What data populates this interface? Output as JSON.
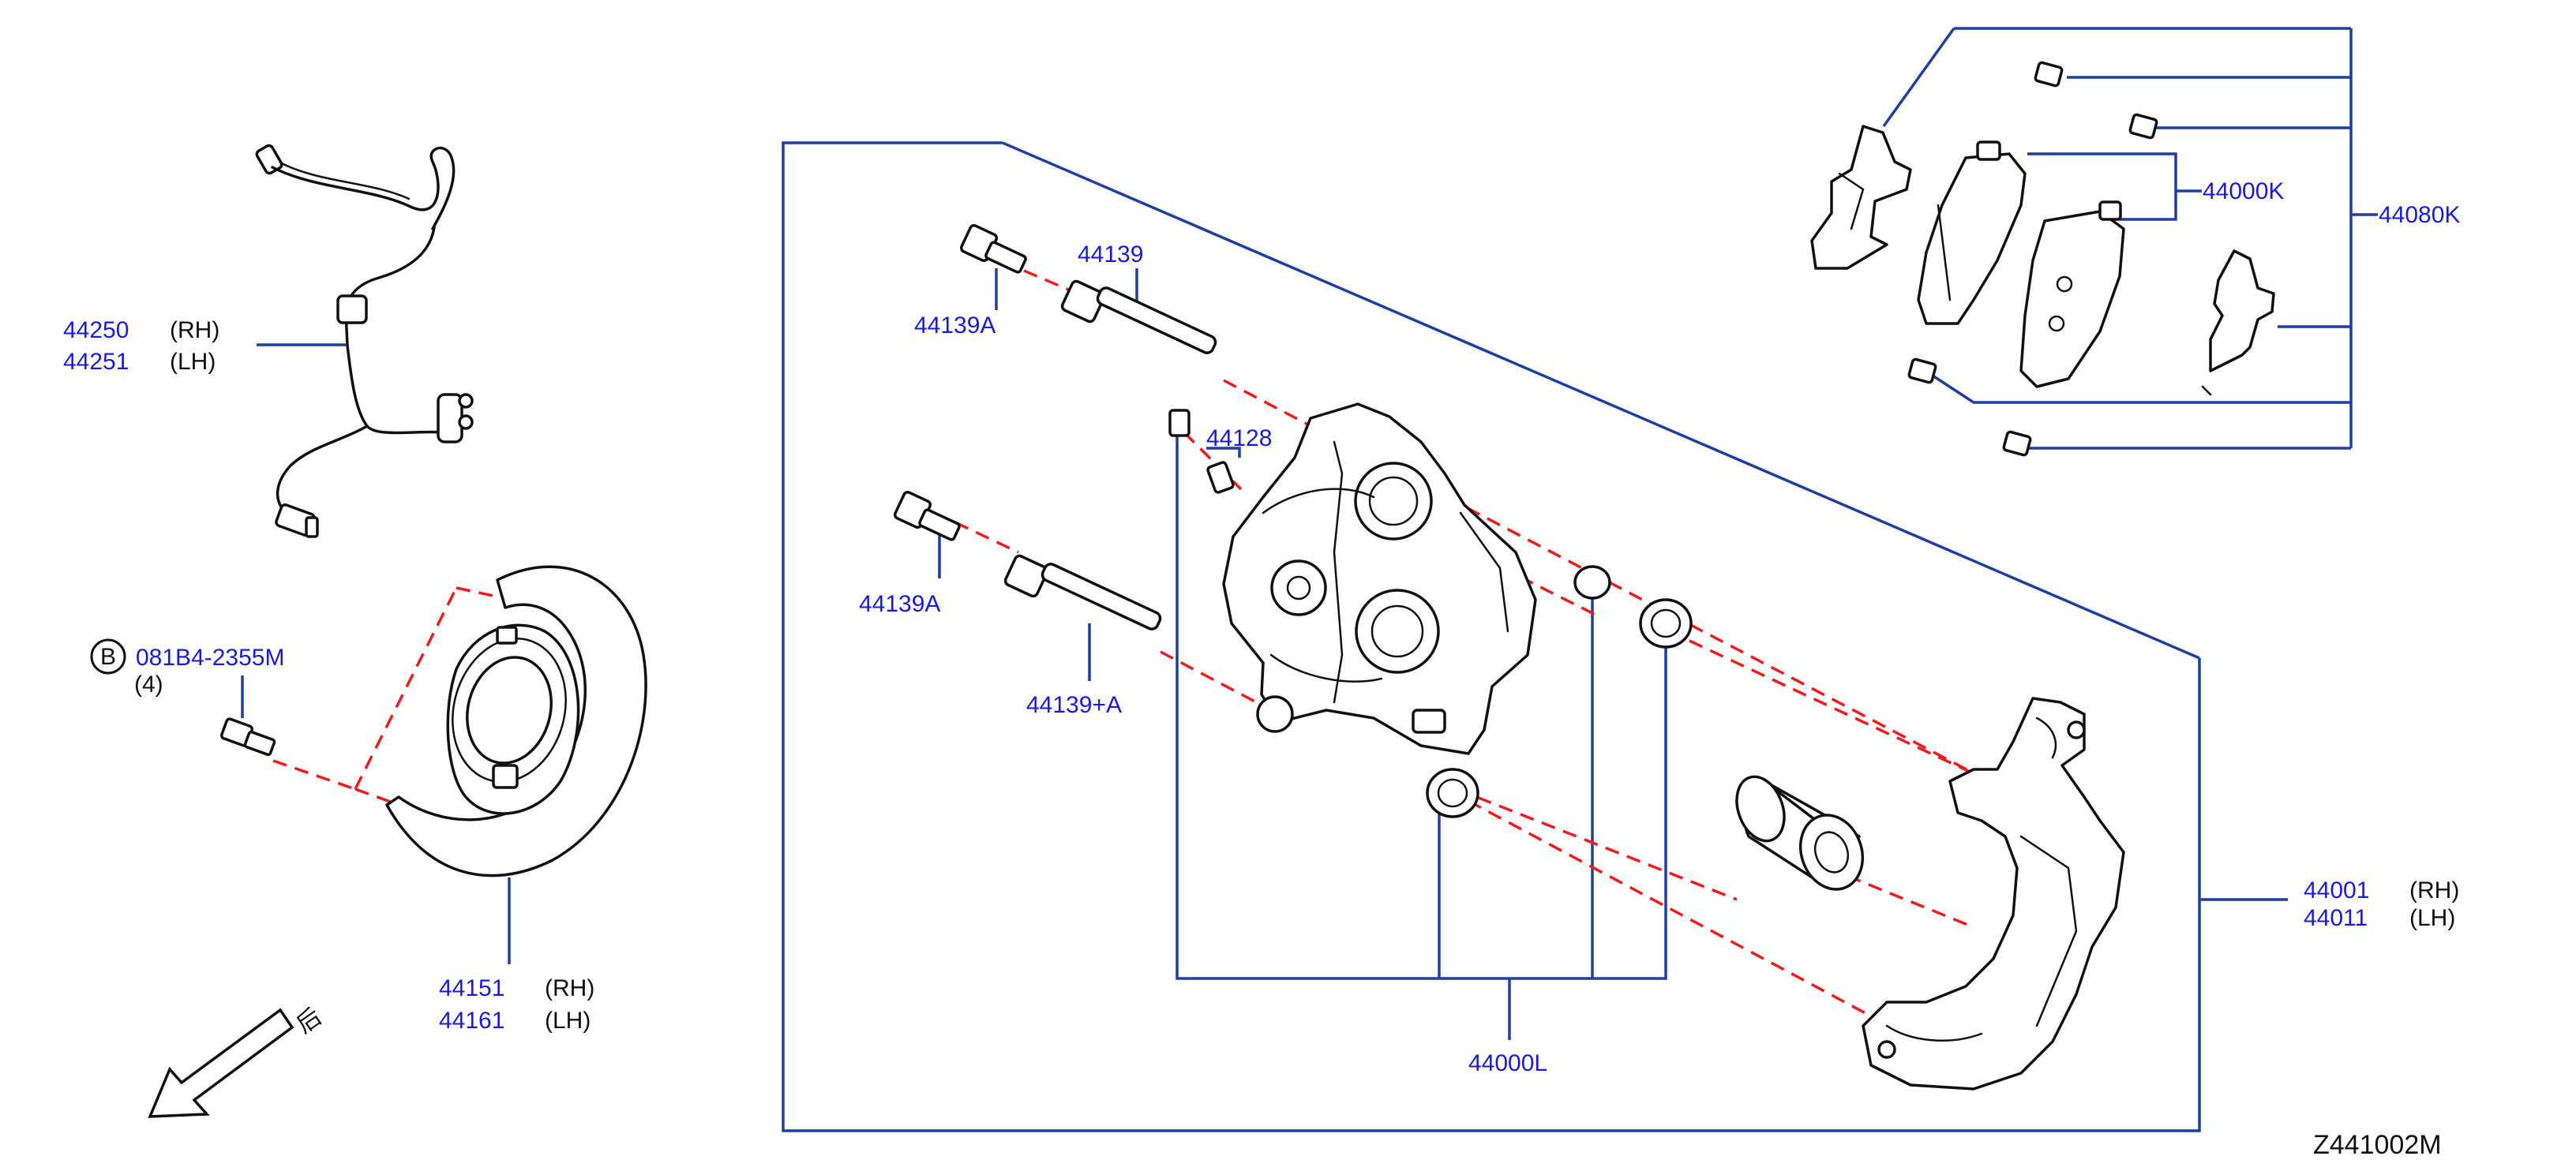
{
  "labels": {
    "brake_hose": {
      "pn_rh": "44250",
      "side_rh": "(RH)",
      "pn_lh": "44251",
      "side_lh": "(LH)"
    },
    "bolt_ref": {
      "circle_letter": "B",
      "pn": "081B4-2355M",
      "qty": "(4)"
    },
    "dust_shield": {
      "pn_rh": "44151",
      "side_rh": "(RH)",
      "pn_lh": "44161",
      "side_lh": "(LH)"
    },
    "direction": {
      "glyph": "后"
    },
    "pin_bolt_top": "44139A",
    "pin_bolt_bottom": "44139A",
    "slide_pin_top": "44139",
    "slide_pin_bottom": "44139+A",
    "bleeder": "44128",
    "seal_kit": "44000L",
    "caliper_assy": {
      "pn_rh": "44001",
      "side_rh": "(RH)",
      "pn_lh": "44011",
      "side_lh": "(LH)"
    },
    "pad_kit": "44000K",
    "pad_hardware_kit": "44080K",
    "diagram_code": "Z441002M"
  },
  "colors": {
    "part_number": "#1a1adb",
    "leader": "#1e3f9e",
    "dashed_guide": "#ee1c1c",
    "outline": "#111111"
  },
  "icons": [
    "brake-hose-icon",
    "bolt-icon",
    "dust-shield-icon",
    "direction-arrow-icon",
    "caliper-body-icon",
    "caliper-bracket-icon",
    "piston-icon",
    "brake-pad-icon",
    "pad-clip-icon"
  ]
}
